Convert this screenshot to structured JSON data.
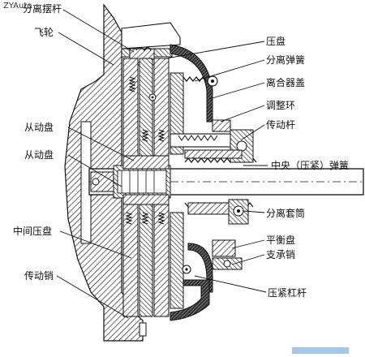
{
  "watermark": "ZYAuto",
  "labels": {
    "release_lever": "分离摆杆",
    "flywheel": "飞轮",
    "pressure_plate": "压盘",
    "release_spring": "分离弹簧",
    "clutch_cover": "离合器盖",
    "adjust_ring": "调整环",
    "drive_rod": "传动杆",
    "driven_disc_1": "从动盘",
    "driven_disc_2": "从动盘",
    "center_spring": "中央（压紧）弹簧",
    "release_sleeve": "分离套筒",
    "middle_pressure_plate": "中间压盘",
    "balance_disc": "平衡盘",
    "support_pin": "支承销",
    "drive_pin": "传动销",
    "press_lever": "压紧杠杆"
  },
  "colors": {
    "ink": "#111111",
    "watermark_blue": "#4a8fd6"
  }
}
